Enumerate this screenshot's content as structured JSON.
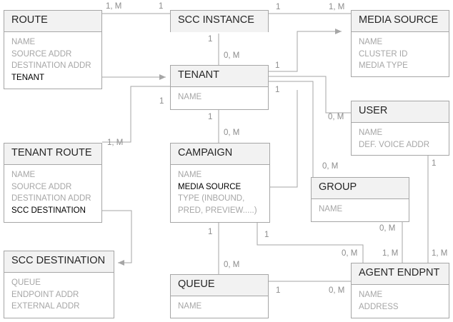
{
  "entities": {
    "route": {
      "title": "ROUTE",
      "attrs": [
        "NAME",
        "SOURCE ADDR",
        "DESTINATION ADDR",
        "TENANT"
      ]
    },
    "scc_instance": {
      "title": "SCC INSTANCE",
      "attrs": []
    },
    "media_source": {
      "title": "MEDIA SOURCE",
      "attrs": [
        "NAME",
        "CLUSTER ID",
        "MEDIA TYPE"
      ]
    },
    "tenant": {
      "title": "TENANT",
      "attrs": [
        "NAME"
      ]
    },
    "user": {
      "title": "USER",
      "attrs": [
        "NAME",
        "DEF. VOICE ADDR"
      ]
    },
    "tenant_route": {
      "title": "TENANT ROUTE",
      "attrs": [
        "NAME",
        "SOURCE ADDR",
        "DESTINATION ADDR",
        "SCC DESTINATION"
      ]
    },
    "campaign": {
      "title": "CAMPAIGN",
      "attrs": [
        "NAME",
        "MEDIA SOURCE",
        "TYPE (INBOUND,",
        "PRED, PREVIEW.....)"
      ]
    },
    "group": {
      "title": "GROUP",
      "attrs": [
        "NAME"
      ]
    },
    "scc_destination": {
      "title": "SCC DESTINATION",
      "attrs": [
        "QUEUE",
        "ENDPOINT ADDR",
        "EXTERNAL ADDR"
      ]
    },
    "queue": {
      "title": "QUEUE",
      "attrs": [
        "NAME"
      ]
    },
    "agent_endpnt": {
      "title": "AGENT ENDPNT",
      "attrs": [
        "NAME",
        "ADDRESS"
      ]
    }
  },
  "cardinalities": {
    "route_scc_m": "1, M",
    "route_scc_1": "1",
    "scc_media_1": "1",
    "scc_media_m": "1, M",
    "scc_tenant_1": "1",
    "scc_tenant_m": "0, M",
    "tenant_trouter_1": "1",
    "tenant_trouter_m": "1, M",
    "tenant_user_1": "1",
    "tenant_user_m": "0, M",
    "tenant_campaign_1": "1",
    "tenant_campaign_m": "0, M",
    "tenant_group_1": "1",
    "tenant_group_m": "0, M",
    "campaign_queue_1": "1",
    "campaign_queue_m": "0, M",
    "campaign_agent_1": "1",
    "campaign_agent_m": "0, M",
    "group_agent_m": "0, M",
    "group_agent_1m": "1, M",
    "user_agent_1": "1",
    "user_agent_1m": "1, M",
    "queue_agent_1": "1",
    "queue_agent_m": "0, M"
  },
  "colors": {
    "line": "#a6a6a6",
    "header_bg": "#f2f2f2",
    "attr_text": "#a6a6a6",
    "highlight_text": "#000000"
  }
}
